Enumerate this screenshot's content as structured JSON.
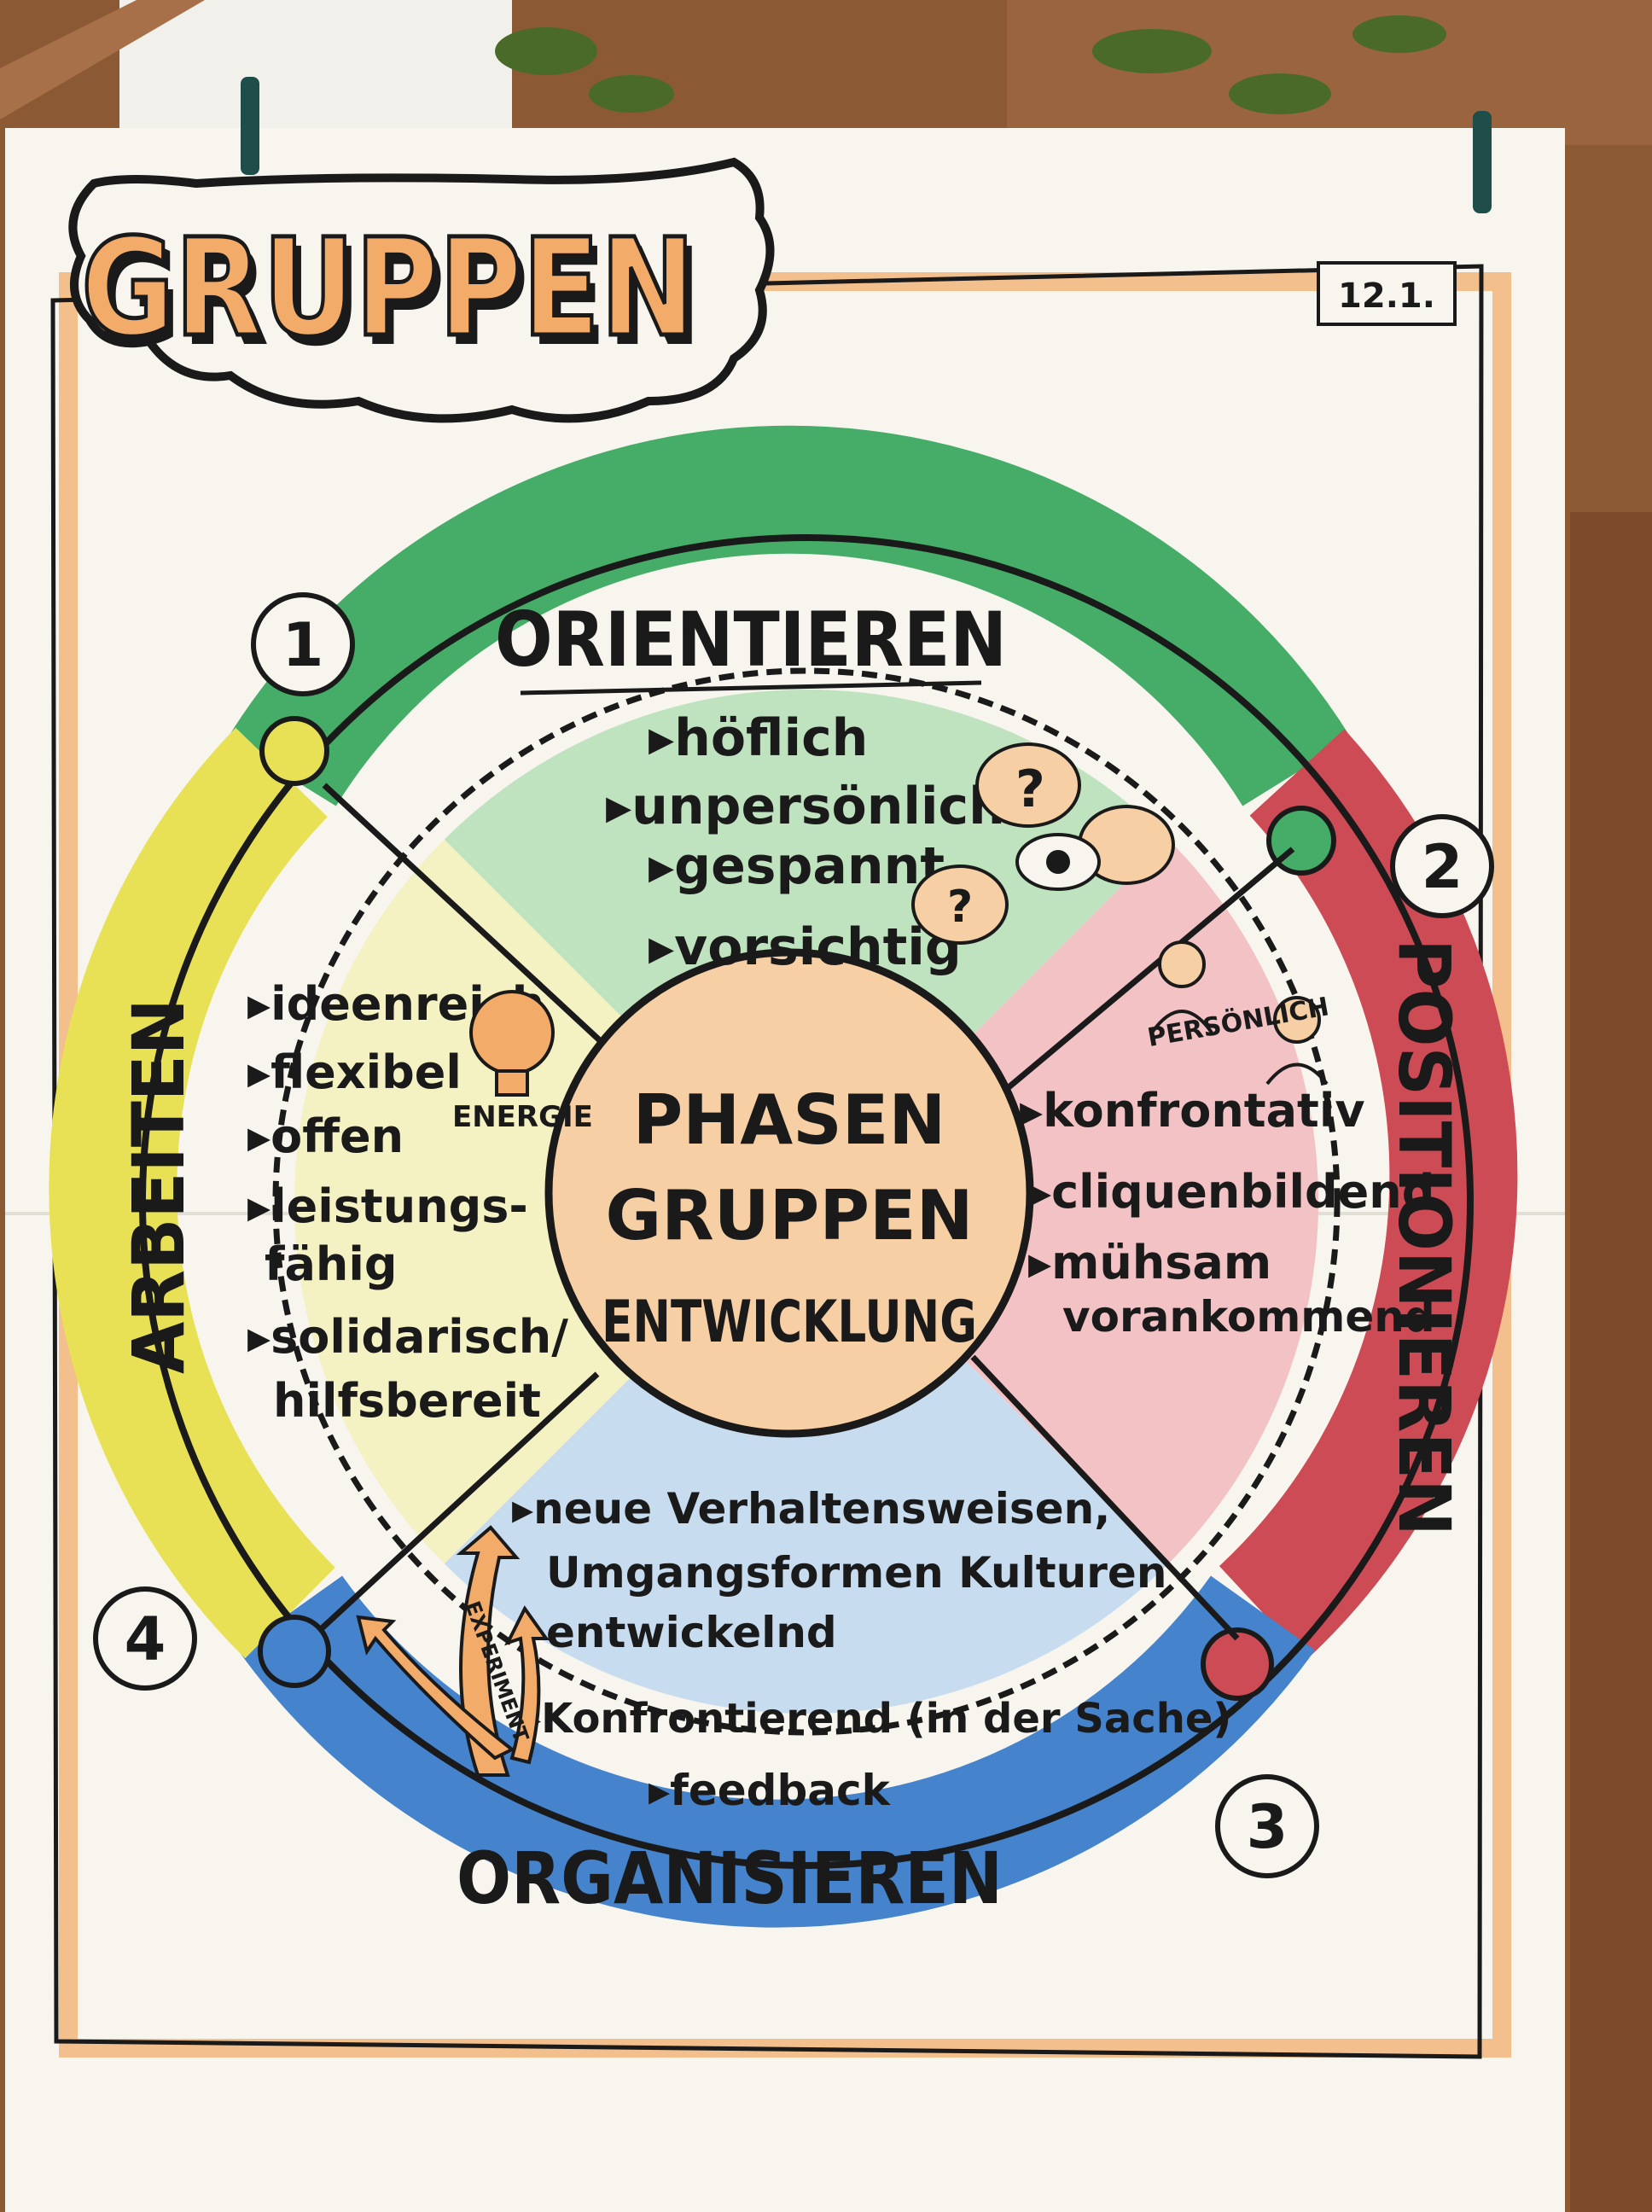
{
  "title": "GRUPPEN",
  "date": "12.1.",
  "center": {
    "line1": "PHASEN",
    "line2": "GRUPPEN",
    "line3": "ENTWICKLUNG"
  },
  "phases": [
    {
      "number": "1",
      "name": "ORIENTIEREN",
      "color": "#3aa860",
      "items": [
        "▸höflich",
        "▸unpersönlich",
        "▸gespannt",
        "▸vorsichtig"
      ]
    },
    {
      "number": "2",
      "name": "POSITIONIEREN",
      "color": "#c8404a",
      "badge": "PERSÖNLICH",
      "items": [
        "▸konfrontativ",
        "▸cliquenbildend",
        "▸mühsam",
        "vorankommend"
      ]
    },
    {
      "number": "3",
      "name": "ORGANISIEREN",
      "color": "#3a7cc8",
      "badge": "EXPERIMENT",
      "items": [
        "▸neue Verhaltensweisen,",
        "Umgangsformen Kulturen",
        "entwickelnd",
        "▸Konfrontierend (in der Sache)",
        "▸feedback"
      ]
    },
    {
      "number": "4",
      "name": "ARBEITEN",
      "color": "#e3dc4a",
      "badge": "ENERGIE",
      "items": [
        "▸ideenreich",
        "▸flexibel",
        "▸offen",
        "▸leistungs-",
        "fähig",
        "▸solidarisch/",
        "hilfsbereit"
      ]
    }
  ]
}
